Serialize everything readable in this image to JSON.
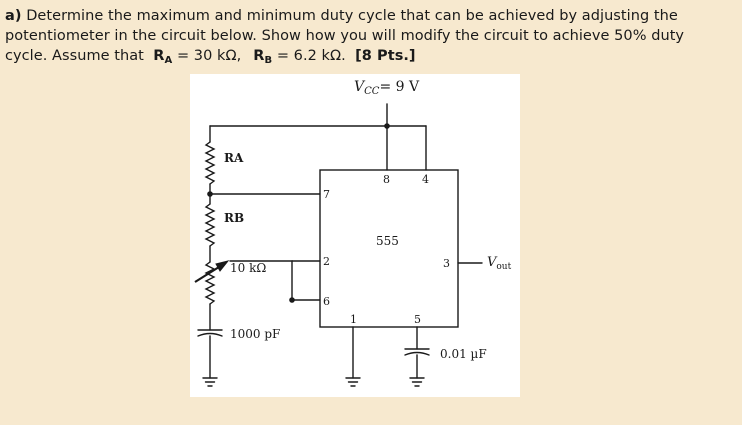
{
  "question": {
    "part_label": "a)",
    "line1": "Determine the maximum and minimum duty cycle that can be achieved by adjusting the",
    "line2": "potentiometer in the circuit below. Show how you will modify the circuit to achieve 50% duty",
    "line3_prefix": "cycle. Assume that",
    "ra_symbol": "R",
    "ra_sub": "A",
    "ra_value": "= 30 kΩ,",
    "rb_symbol": "R",
    "rb_sub": "B",
    "rb_value": "= 6.2 kΩ.",
    "points": "[8 Pts.]"
  },
  "circuit": {
    "vcc_main": "V",
    "vcc_sub": "CC",
    "vcc_value": "= 9 V",
    "ra_label": "RA",
    "rb_label": "RB",
    "pot_label": "10 kΩ",
    "cap_timing_label": "1000 pF",
    "cap_control_label": "0.01 µF",
    "chip_label": "555",
    "vout_main": "V",
    "vout_sub": "out",
    "pins": {
      "p8": "8",
      "p4": "4",
      "p7": "7",
      "p2": "2",
      "p6": "6",
      "p1": "1",
      "p5": "5",
      "p3": "3"
    }
  }
}
